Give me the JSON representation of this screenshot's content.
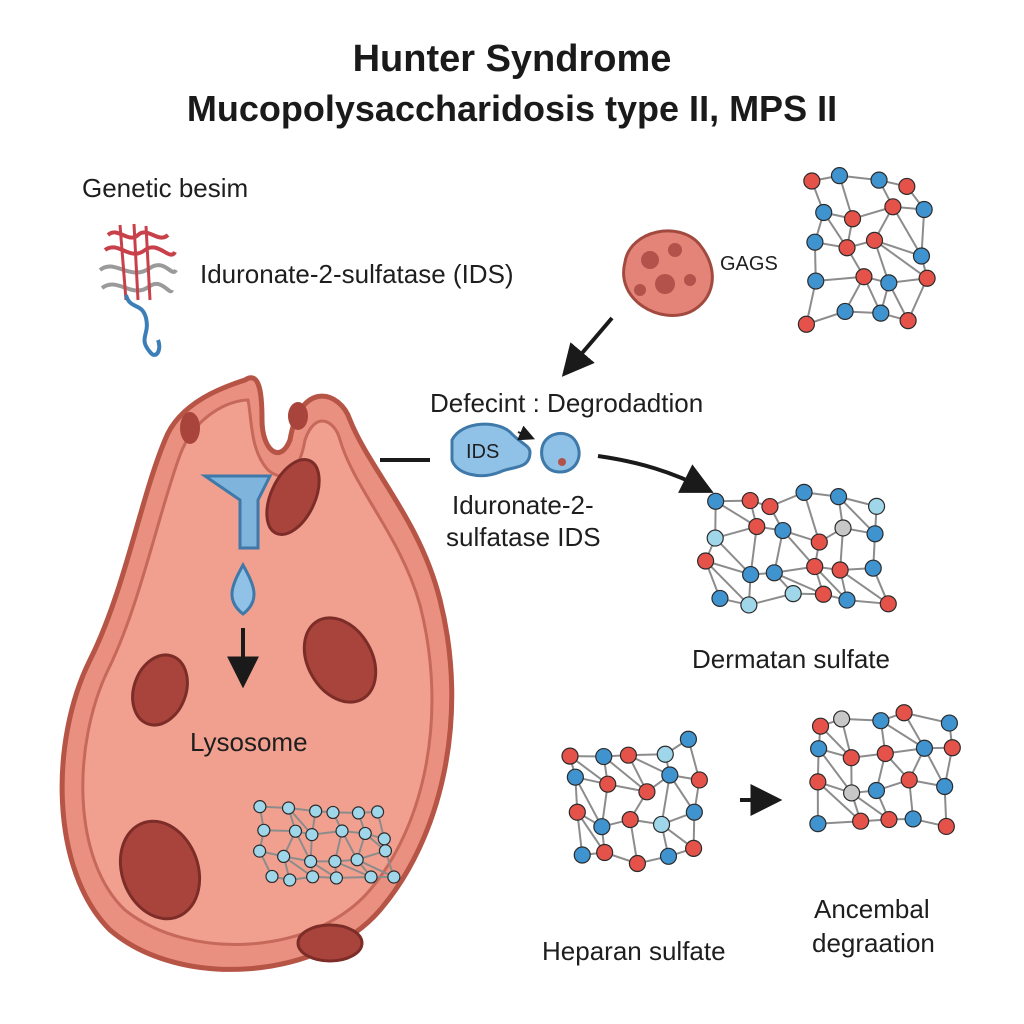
{
  "title": {
    "line1": "Hunter Syndrome",
    "line2": "Mucopolysaccharidosis type II, MPS II"
  },
  "labels": {
    "genetic_basis": "Genetic besim",
    "enzyme_gene": "Iduronate-2-sulfatase (IDS)",
    "gags": "GAGS",
    "deficit": "Defecint  :  Degrodadtion",
    "ids_short": "IDS",
    "enzyme_line1": "Iduronate-2-",
    "enzyme_line2": "sulfatase IDS",
    "lysosome": "Lysosome",
    "dermatan": "Dermatan sulfate",
    "heparan": "Heparan sulfate",
    "result_line1": "Ancembal",
    "result_line2": "degraation"
  },
  "colors": {
    "cell_fill": "#e99080",
    "cell_stroke": "#b65446",
    "cytoplasm": "#f1a08f",
    "organelle": "#a8443c",
    "enzyme_blue": "#7fb4dc",
    "node_red": "#e4524a",
    "node_blue": "#3f93cf",
    "node_light": "#9fd6ea",
    "node_gray": "#c7c7c7",
    "link": "#8c8c8c"
  }
}
